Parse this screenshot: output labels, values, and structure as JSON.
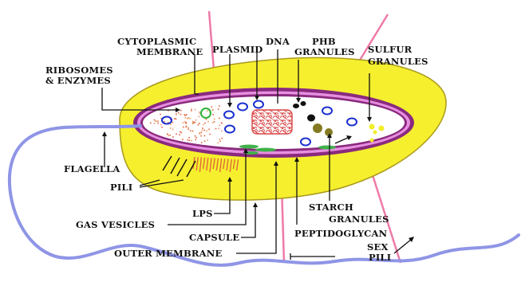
{
  "labels": {
    "cytoplasmic_membrane": [
      "CYTOPLASMIC",
      "MEMBRANE"
    ],
    "ribosomes_enzymes": [
      "RIBOSOMES",
      "& ENZYMES"
    ],
    "plasmid": "PLASMID",
    "dna": "DNA",
    "phb_granules": [
      "PHB",
      "GRANULES"
    ],
    "sulfur_granules": [
      "SULFUR",
      "GRANULES"
    ],
    "flagella": "FLAGELLA",
    "pili": "PILI",
    "gas_vesicles": "GAS VESICLES",
    "lps": "LPS",
    "capsule": "CAPSULE",
    "outer_membrane": "OUTER MEMBRANE",
    "starch_granules": [
      "STARCH",
      "GRANULES"
    ],
    "peptidoglycan": "PEPTIDOGLYCAN",
    "sex_pili": [
      "SEX",
      "PILI"
    ]
  },
  "colors": {
    "capsule": "#f5ef2e",
    "outer_membrane": "#8a2a7e",
    "periplasm": "#e78fe0",
    "cytoplasm": "#ffffff",
    "dna": "#d84545",
    "plasmid": "#1a2fd0",
    "flagellum": "#8f95e6",
    "sex_pilus": "#ee7aa8",
    "gas_vesicle": "#3fb24a",
    "starch": "#847a22",
    "sulfur": "#f1ee2a",
    "phb": "#111111",
    "lps": "#e0613a"
  }
}
